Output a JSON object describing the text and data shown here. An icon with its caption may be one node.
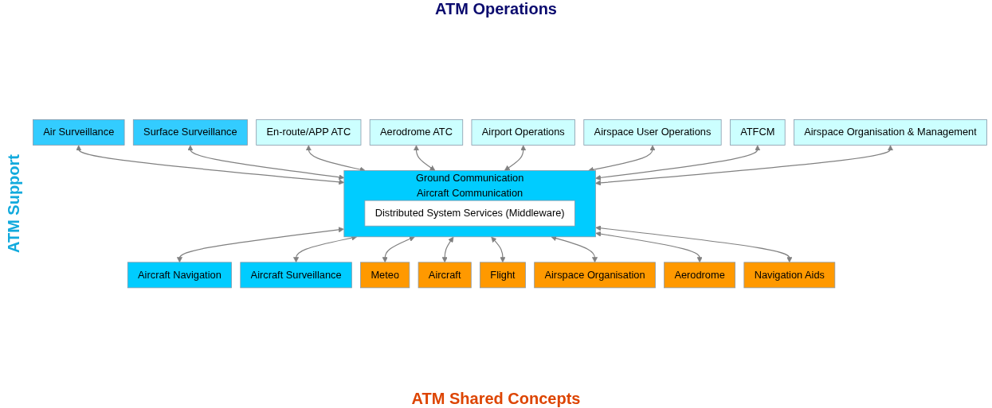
{
  "diagram": {
    "nodes": [
      {
        "text": [
          "Air Surveillance"
        ]
      },
      {
        "text": [
          "Surface Surveillance"
        ]
      },
      {
        "text": [
          "En-route/APP ATC"
        ]
      },
      {
        "text": [
          "Aerodrome ATC"
        ]
      },
      {
        "text": [
          "Airport Operations"
        ]
      },
      {
        "text": [
          "Airspace User Operations"
        ]
      },
      {
        "text": [
          "ATFCM"
        ]
      },
      {
        "text": [
          "Airspace Organisation & Management"
        ]
      },
      {
        "text": [
          "Ground Communication",
          "Aircraft Communication"
        ]
      },
      {
        "text": [
          "Distributed System Services (Middleware)"
        ],
        "in": 8
      },
      {
        "text": [
          "Aircraft Navigation"
        ]
      },
      {
        "text": [
          "Aircraft Surveillance"
        ]
      },
      {
        "text": [
          "Meteo"
        ]
      },
      {
        "text": [
          "Aircraft"
        ]
      },
      {
        "text": [
          "Flight"
        ]
      },
      {
        "text": [
          "Airspace Organisation"
        ]
      },
      {
        "text": [
          "Aerodrome"
        ]
      },
      {
        "text": [
          "Navigation Aids"
        ]
      }
    ],
    "edges": [
      {
        "from": 0,
        "to": 8,
        "arrow": "both"
      },
      {
        "from": 1,
        "to": 8,
        "arrow": "both"
      },
      {
        "from": 2,
        "to": 8,
        "arrow": "both"
      },
      {
        "from": 3,
        "to": 8,
        "arrow": "both"
      },
      {
        "from": 4,
        "to": 8,
        "arrow": "both"
      },
      {
        "from": 5,
        "to": 8,
        "arrow": "both"
      },
      {
        "from": 6,
        "to": 8,
        "arrow": "both"
      },
      {
        "from": 7,
        "to": 8,
        "arrow": "both"
      },
      {
        "from": 8,
        "to": 10,
        "arrow": "both"
      },
      {
        "from": 8,
        "to": 11,
        "arrow": "both"
      },
      {
        "from": 8,
        "to": 12,
        "arrow": "both"
      },
      {
        "from": 8,
        "to": 13,
        "arrow": "both"
      },
      {
        "from": 8,
        "to": 14,
        "arrow": "both"
      },
      {
        "from": 8,
        "to": 15,
        "arrow": "both"
      },
      {
        "from": 8,
        "to": 16,
        "arrow": "both"
      },
      {
        "from": 8,
        "to": 17,
        "arrow": "both"
      }
    ],
    "labels": [
      "ATM Operations",
      "ATM Support",
      "ATM Shared Concepts"
    ]
  }
}
